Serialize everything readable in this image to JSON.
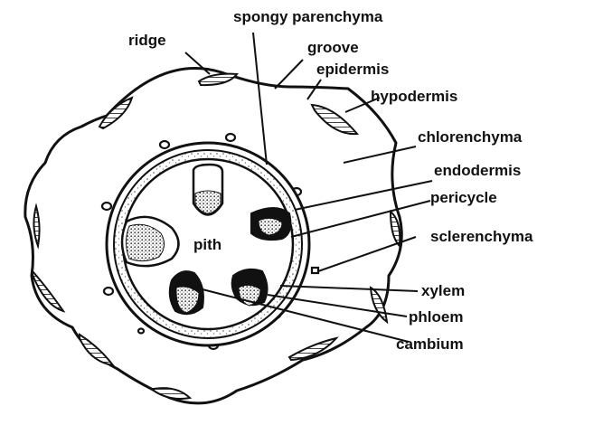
{
  "labels": {
    "ridge": "ridge",
    "spongy_parenchyma": "spongy parenchyma",
    "groove": "groove",
    "epidermis": "epidermis",
    "hypodermis": "hypodermis",
    "chlorenchyma": "chlorenchyma",
    "endodermis": "endodermis",
    "pericycle": "pericycle",
    "sclerenchyma": "sclerenchyma",
    "pith": "pith",
    "xylem": "xylem",
    "phloem": "phloem",
    "cambium": "cambium"
  }
}
